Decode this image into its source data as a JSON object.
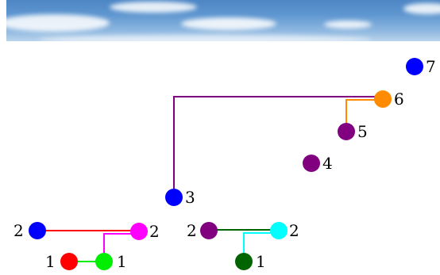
{
  "banner": {
    "kind": "sky-with-clouds"
  },
  "colors": {
    "red": "#ff0000",
    "green": "#00ee00",
    "blue": "#0000ff",
    "magenta": "#ff00ff",
    "purple": "#800080",
    "cyan": "#00ffff",
    "darkgreen": "#006400",
    "orange": "#ff8c00"
  },
  "nodes": [
    {
      "id": "n7",
      "label": "7",
      "color": "#0000ff"
    },
    {
      "id": "n6",
      "label": "6",
      "color": "#ff8c00"
    },
    {
      "id": "n5",
      "label": "5",
      "color": "#800080"
    },
    {
      "id": "n4",
      "label": "4",
      "color": "#800080"
    },
    {
      "id": "n3",
      "label": "3",
      "color": "#0000ff"
    },
    {
      "id": "n2a",
      "label": "2",
      "color": "#0000ff"
    },
    {
      "id": "n2b",
      "label": "2",
      "color": "#ff00ff"
    },
    {
      "id": "n2c",
      "label": "2",
      "color": "#800080"
    },
    {
      "id": "n2d",
      "label": "2",
      "color": "#00ffff"
    },
    {
      "id": "n1a",
      "label": "1",
      "color": "#ff0000"
    },
    {
      "id": "n1b",
      "label": "1",
      "color": "#00ee00"
    },
    {
      "id": "n1c",
      "label": "1",
      "color": "#006400"
    }
  ],
  "edges": [
    {
      "id": "e-3-6",
      "color": "#800080"
    },
    {
      "id": "e-5-6",
      "color": "#ff8c00"
    },
    {
      "id": "e-2a-2b",
      "color": "#ff0000"
    },
    {
      "id": "e-1b-2b",
      "color": "#ff00ff"
    },
    {
      "id": "e-1a-1b",
      "color": "#00ee00"
    },
    {
      "id": "e-2c-2d",
      "color": "#006400"
    },
    {
      "id": "e-1c-2d",
      "color": "#00ffff"
    }
  ]
}
